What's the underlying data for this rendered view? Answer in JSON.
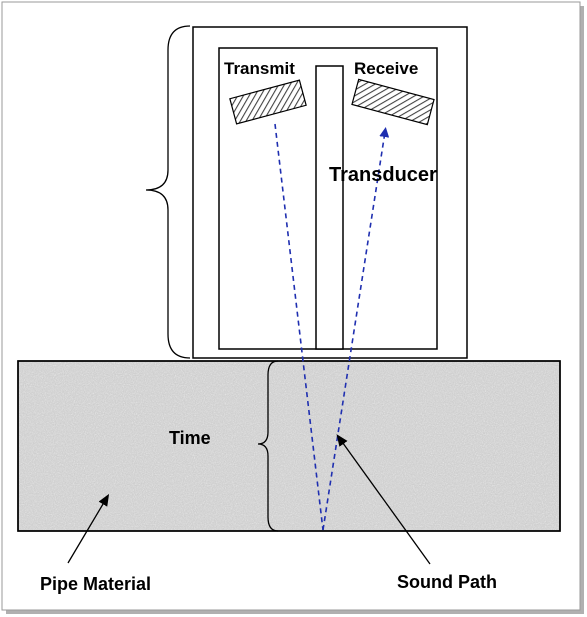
{
  "labels": {
    "transmit": "Transmit",
    "receive": "Receive",
    "transducer": "Transducer",
    "time": "Time",
    "pipe_material": "Pipe Material",
    "sound_path": "Sound Path"
  },
  "colors": {
    "outline": "#000000",
    "sound_path": "#1f2fb0",
    "pipe_fill": "#c9c9c9",
    "crystal_hatch": "#444444",
    "shadow": "#9a9a9a"
  }
}
